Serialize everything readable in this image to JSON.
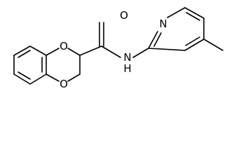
{
  "molecule": {
    "atom_labels": {
      "ring_oxygen_top": "O",
      "ring_oxygen_bottom": "O",
      "carbonyl_oxygen": "O",
      "amide_nitrogen": "N",
      "amide_hydrogen": "H",
      "pyridine_nitrogen": "N"
    }
  }
}
